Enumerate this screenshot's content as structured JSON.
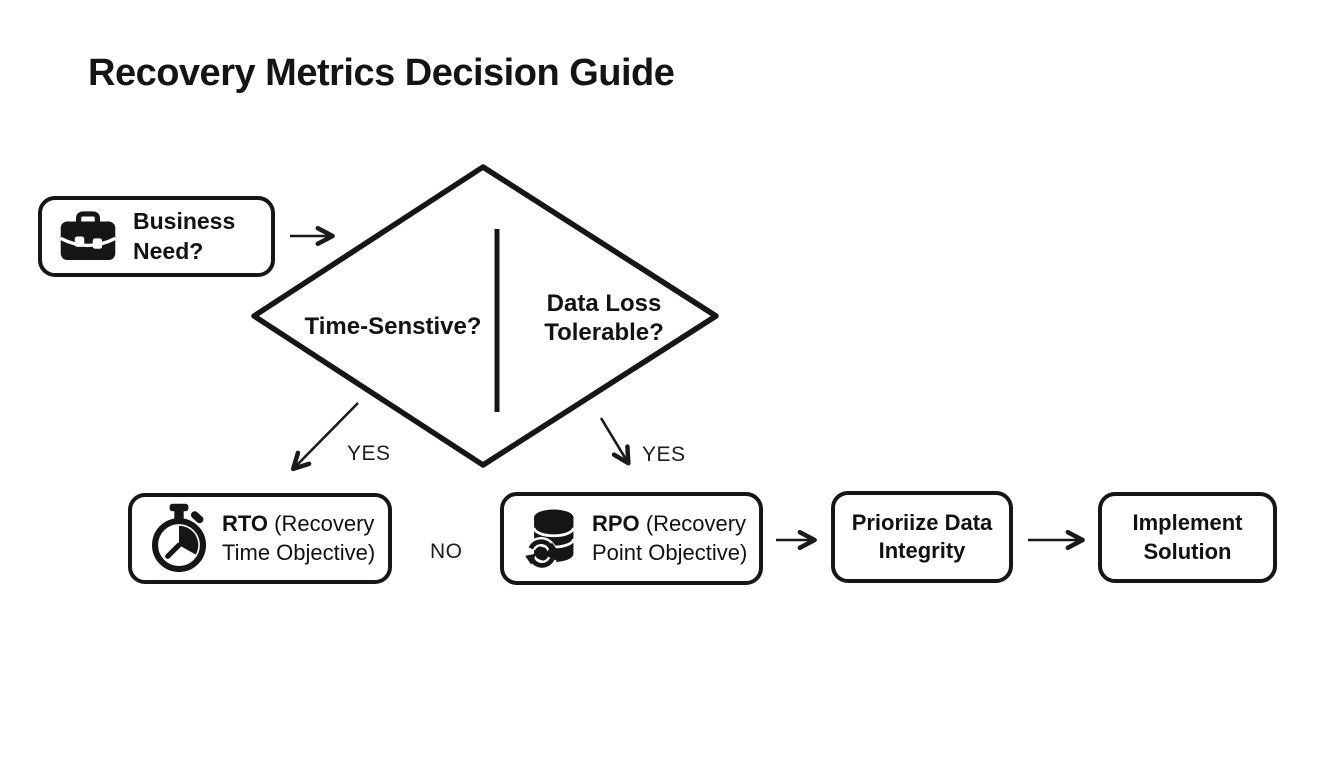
{
  "title": "Recovery Metrics Decision Guide",
  "nodes": {
    "business": {
      "label": "Business Need?",
      "icon": "briefcase-icon"
    },
    "decision": {
      "left_label": "Time-Senstive?",
      "right_label": "Data Loss Tolerable?"
    },
    "rto": {
      "abbr": "RTO",
      "desc": "(Recovery Time Objective)",
      "icon": "stopwatch-icon"
    },
    "rpo": {
      "abbr": "RPO",
      "desc": "(Recovery Point Objective)",
      "icon": "database-sync-icon"
    },
    "prioritize": {
      "label": "Prioriize Data Integrity"
    },
    "implement": {
      "label": "Implement Solution"
    }
  },
  "edge_labels": {
    "yes_left": "YES",
    "yes_right": "YES",
    "no": "NO"
  },
  "colors": {
    "ink": "#161616",
    "background": "#ffffff"
  }
}
